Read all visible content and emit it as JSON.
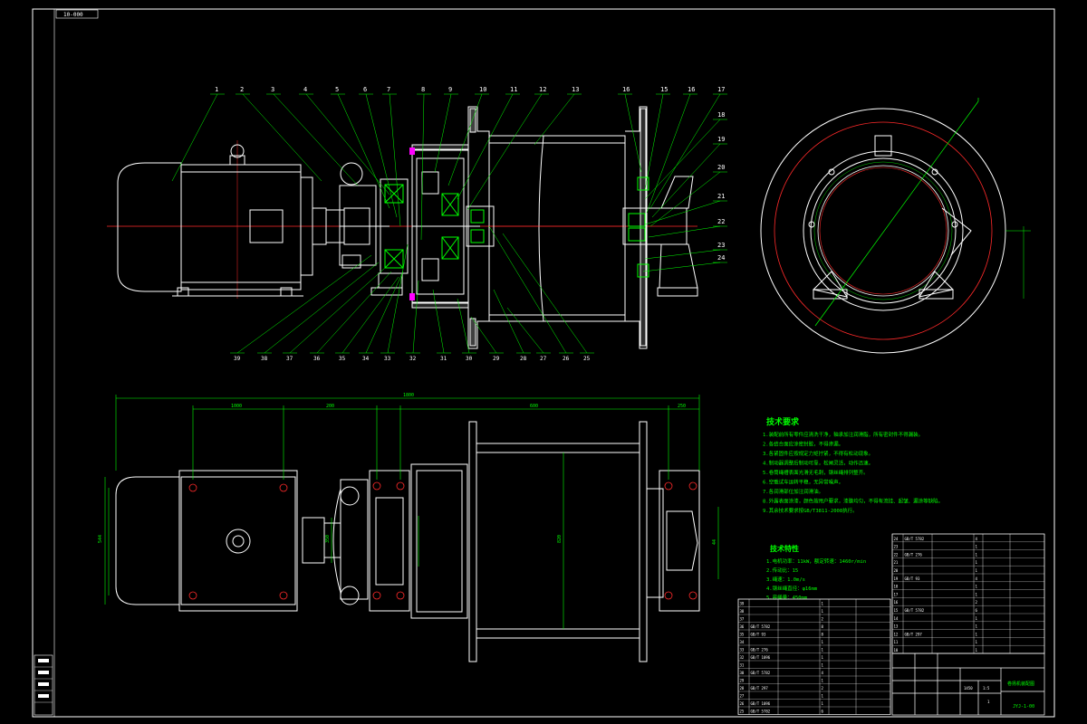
{
  "drawing_no_tag": "10-000",
  "colors": {
    "outline": "#ffffff",
    "centerline": "#ff2a2a",
    "leader": "#00ff00",
    "dimension": "#00ff00",
    "hatch": "#ffffff",
    "cyan": "#00ffff"
  },
  "balloons_top": [
    "1",
    "2",
    "3",
    "4",
    "5",
    "6",
    "7",
    "8",
    "9",
    "10",
    "11",
    "12",
    "13",
    "16",
    "15",
    "16",
    "17",
    "18",
    "19",
    "20",
    "21",
    "22",
    "23",
    "24"
  ],
  "balloons_bottom": [
    "39",
    "38",
    "37",
    "36",
    "35",
    "34",
    "33",
    "32",
    "31",
    "30",
    "29",
    "28",
    "27",
    "26",
    "25"
  ],
  "dimensions_front": {
    "overall": "1800",
    "seg1": "1000",
    "seg2": "200",
    "seg3": "600",
    "seg4": "250",
    "height_left": "544",
    "drum_dia": "820",
    "motor_h": "350",
    "right_h": "44"
  },
  "tech_requirements": {
    "heading": "技术要求",
    "items": [
      "1.装配前所有零件应清洗干净，轴承加注润滑脂，所有密封件不得漏装。",
      "2.各结合面应涂密封胶，不得渗漏。",
      "3.各紧固件应按规定力矩拧紧，不得有松动现象。",
      "4.制动器调整后制动可靠，松闸灵活，动作迅速。",
      "5.卷筒绳槽表面光滑无毛刺，钢丝绳排列整齐。",
      "6.空载试车运转平稳，无异常噪声。",
      "7.各润滑部位加注润滑油。",
      "8.外露表面涂漆，颜色按用户要求，漆膜均匀，不得有流挂、起皱、漏涂等缺陷。",
      "9.其余技术要求按GB/T3811-2008执行。"
    ]
  },
  "tech_specs": {
    "heading": "技术特性",
    "items": [
      "1.电机功率：11kW，额定转速：1460r/min",
      "2.传动比：15",
      "3.绳速：1.0m/s",
      "4.钢丝绳直径：φ16mm",
      "5.容绳量：450mm"
    ]
  },
  "title_block": {
    "title": "卷扬机装配图",
    "code": "JYJ-1-00",
    "scale": "1:5",
    "sheet": "1",
    "weight": "1450"
  },
  "bom_left_rows": [
    {
      "no": "39",
      "code": "",
      "name": "",
      "qty": "1",
      "mat": "",
      "note": ""
    },
    {
      "no": "38",
      "code": "",
      "name": "",
      "qty": "1",
      "mat": "",
      "note": ""
    },
    {
      "no": "37",
      "code": "",
      "name": "",
      "qty": "2",
      "mat": "",
      "note": ""
    },
    {
      "no": "36",
      "code": "GB/T 5782",
      "name": "",
      "qty": "8",
      "mat": "",
      "note": ""
    },
    {
      "no": "35",
      "code": "GB/T 93",
      "name": "",
      "qty": "8",
      "mat": "",
      "note": ""
    },
    {
      "no": "34",
      "code": "",
      "name": "",
      "qty": "1",
      "mat": "",
      "note": ""
    },
    {
      "no": "33",
      "code": "GB/T 276",
      "name": "",
      "qty": "1",
      "mat": "",
      "note": ""
    },
    {
      "no": "32",
      "code": "GB/T 1096",
      "name": "",
      "qty": "1",
      "mat": "",
      "note": ""
    },
    {
      "no": "31",
      "code": "",
      "name": "",
      "qty": "1",
      "mat": "",
      "note": ""
    },
    {
      "no": "30",
      "code": "GB/T 5782",
      "name": "",
      "qty": "4",
      "mat": "",
      "note": ""
    },
    {
      "no": "29",
      "code": "",
      "name": "",
      "qty": "1",
      "mat": "",
      "note": ""
    },
    {
      "no": "28",
      "code": "GB/T 297",
      "name": "",
      "qty": "2",
      "mat": "",
      "note": ""
    },
    {
      "no": "27",
      "code": "",
      "name": "",
      "qty": "1",
      "mat": "",
      "note": ""
    },
    {
      "no": "26",
      "code": "GB/T 1096",
      "name": "",
      "qty": "1",
      "mat": "",
      "note": ""
    },
    {
      "no": "25",
      "code": "GB/T 5782",
      "name": "",
      "qty": "6",
      "mat": "",
      "note": ""
    }
  ],
  "bom_right_rows": [
    {
      "no": "24",
      "code": "GB/T 5782",
      "name": "",
      "qty": "4",
      "mat": "",
      "note": ""
    },
    {
      "no": "23",
      "code": "",
      "name": "",
      "qty": "1",
      "mat": "",
      "note": ""
    },
    {
      "no": "22",
      "code": "GB/T 276",
      "name": "",
      "qty": "1",
      "mat": "",
      "note": ""
    },
    {
      "no": "21",
      "code": "",
      "name": "",
      "qty": "1",
      "mat": "",
      "note": ""
    },
    {
      "no": "20",
      "code": "",
      "name": "",
      "qty": "1",
      "mat": "",
      "note": ""
    },
    {
      "no": "19",
      "code": "GB/T 93",
      "name": "",
      "qty": "4",
      "mat": "",
      "note": ""
    },
    {
      "no": "18",
      "code": "",
      "name": "",
      "qty": "1",
      "mat": "",
      "note": ""
    },
    {
      "no": "17",
      "code": "",
      "name": "",
      "qty": "1",
      "mat": "",
      "note": ""
    },
    {
      "no": "16",
      "code": "",
      "name": "",
      "qty": "2",
      "mat": "",
      "note": ""
    },
    {
      "no": "15",
      "code": "GB/T 5782",
      "name": "",
      "qty": "6",
      "mat": "",
      "note": ""
    },
    {
      "no": "14",
      "code": "",
      "name": "",
      "qty": "1",
      "mat": "",
      "note": ""
    },
    {
      "no": "13",
      "code": "",
      "name": "",
      "qty": "1",
      "mat": "",
      "note": ""
    },
    {
      "no": "12",
      "code": "GB/T 297",
      "name": "",
      "qty": "1",
      "mat": "",
      "note": ""
    },
    {
      "no": "11",
      "code": "",
      "name": "",
      "qty": "1",
      "mat": "",
      "note": ""
    },
    {
      "no": "10",
      "code": "",
      "name": "",
      "qty": "1",
      "mat": "",
      "note": ""
    }
  ],
  "side_stamp": [
    "",
    "",
    "",
    "",
    ""
  ]
}
